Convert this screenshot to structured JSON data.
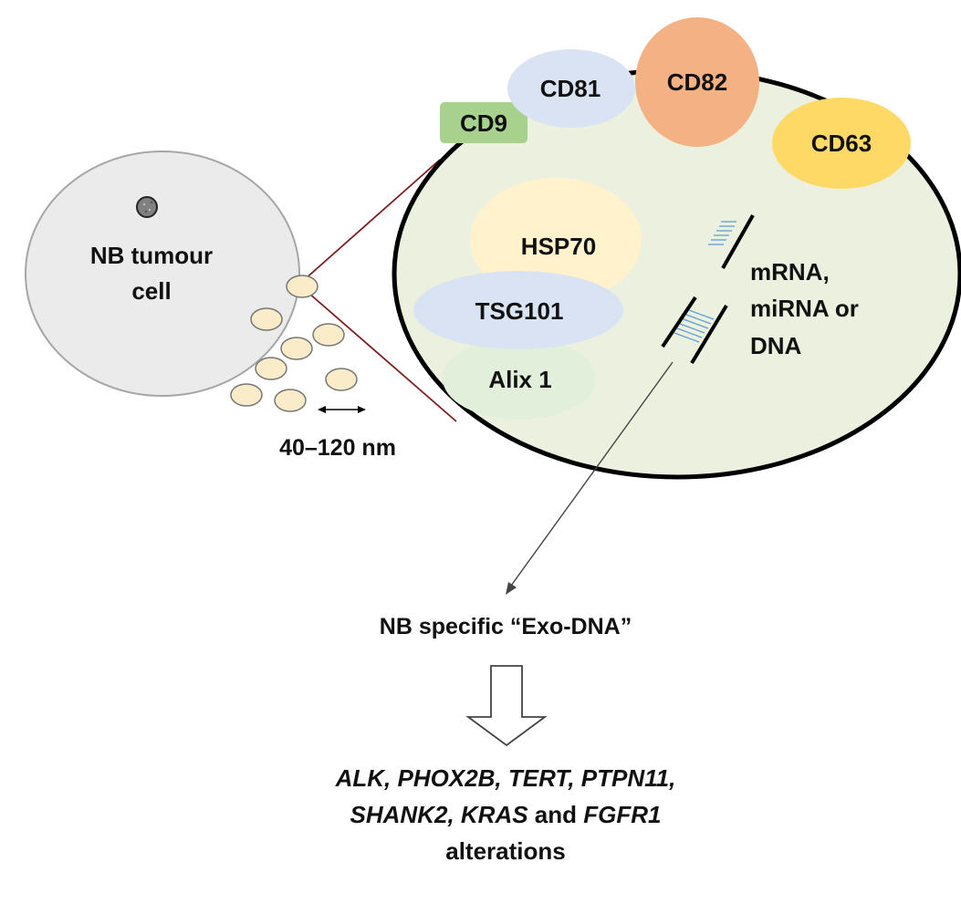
{
  "cell": {
    "label_line1": "NB tumour",
    "label_line2": "cell"
  },
  "scale": {
    "label": "40–120 nm"
  },
  "membrane_proteins": {
    "cd9": "CD9",
    "cd81": "CD81",
    "cd82": "CD82",
    "cd63": "CD63"
  },
  "inner_proteins": {
    "hsp70": "HSP70",
    "tsg101": "TSG101",
    "alix": "Alix 1"
  },
  "nucleic_acids": {
    "line1": "mRNA,",
    "line2": "miRNA or",
    "line3": "DNA"
  },
  "result": {
    "label": "NB specific “Exo-DNA”"
  },
  "alterations": {
    "line1": "ALK, PHOX2B, TERT, PTPN11,",
    "line2_a": "SHANK2, KRAS",
    "line2_b": " and ",
    "line2_c": "FGFR1",
    "line3": "alterations"
  },
  "colors": {
    "cell_fill": "#ebebeb",
    "exosome_fill": "#faecc8",
    "cd9": "#a9d18e",
    "cd81": "#dae3f3",
    "cd82": "#f4b183",
    "cd63": "#ffd966",
    "hsp70": "#fff2cc",
    "tsg101": "#dae3f3",
    "alix": "#e2efda",
    "zoom_line": "#7b1f1f",
    "rna_strand": "#5b9bd5"
  }
}
